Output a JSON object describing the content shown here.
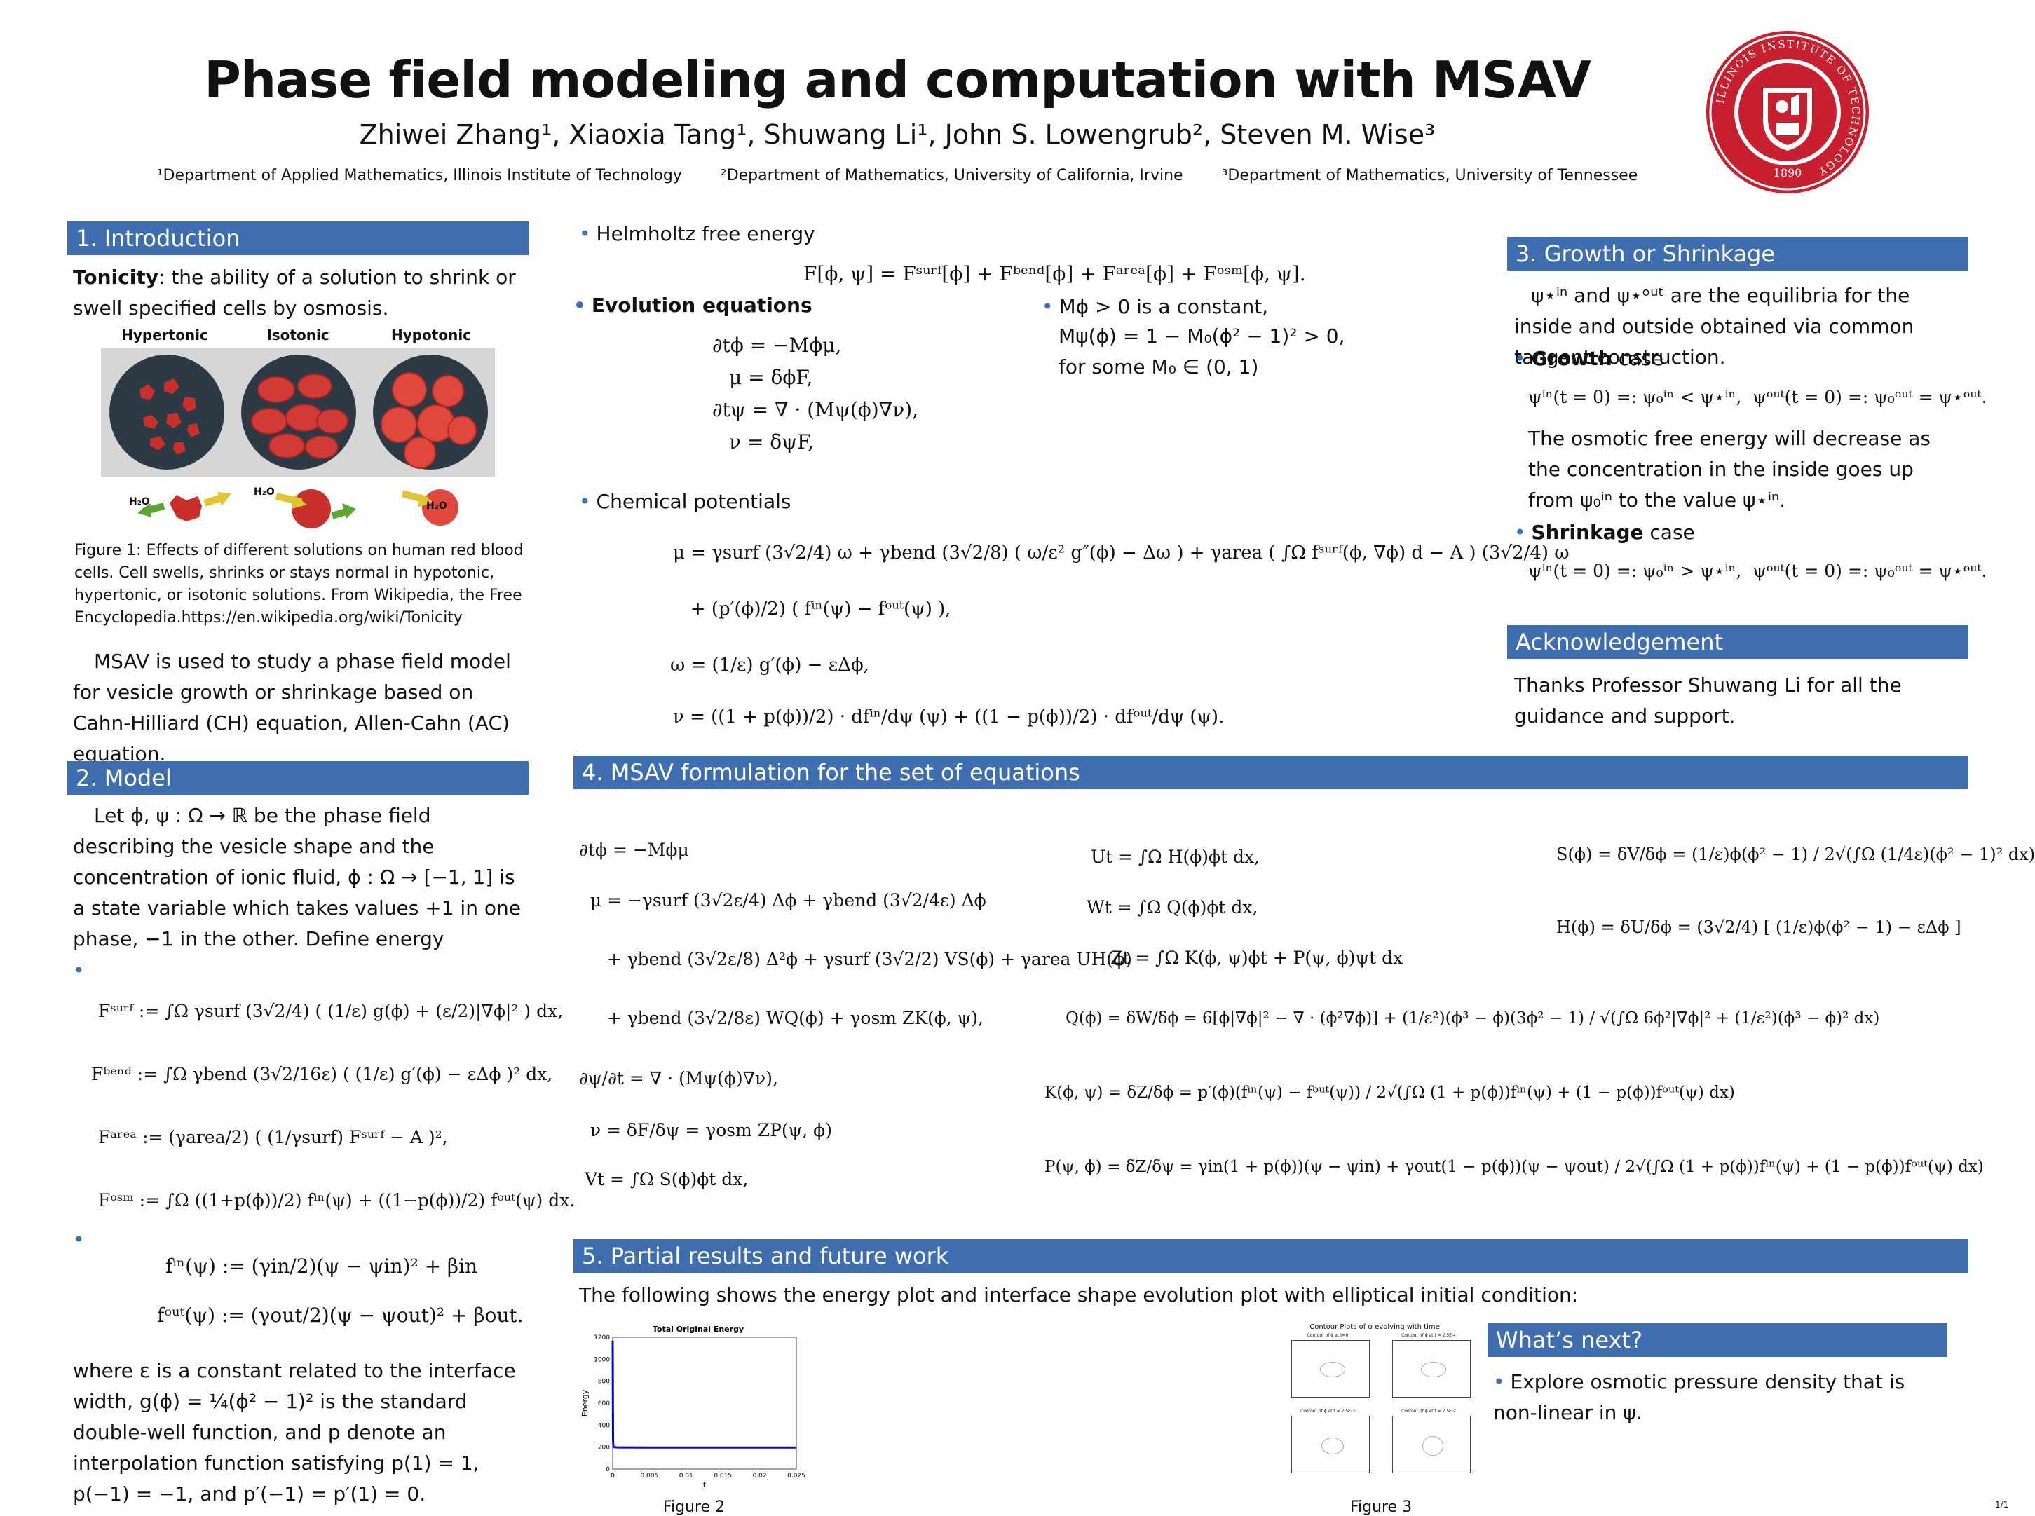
{
  "header": {
    "title": "Phase field modeling and computation with MSAV",
    "authors": "Zhiwei Zhang¹, Xiaoxia Tang¹, Shuwang Li¹, John S. Lowengrub², Steven M. Wise³",
    "affiliations": [
      "¹Department of Applied Mathematics, Illinois Institute of Technology",
      "²Department of Mathematics, University of California, Irvine",
      "³Department of Mathematics, University of Tennessee"
    ],
    "logo": {
      "ring_text": "ILLINOIS INSTITUTE OF TECHNOLOGY",
      "year": "1890",
      "color": "#c8202f"
    }
  },
  "intro": {
    "heading": "1. Introduction",
    "tonicity_term": "Tonicity",
    "tonicity_def": ": the ability of a solution to shrink or swell specified cells by osmosis.",
    "fig_labels": [
      "Hypertonic",
      "Isotonic",
      "Hypotonic"
    ],
    "water_label": "H₂O",
    "fig_caption": "Figure 1: Effects of different solutions on human red blood cells. Cell swells, shrinks or stays normal in hypotonic, hypertonic, or isotonic solutions. From Wikipedia, the Free Encyclopedia.https://en.wikipedia.org/wiki/Tonicity",
    "msav_text": "MSAV is used to study a phase field model for vesicle growth or shrinkage based on Cahn-Hilliard (CH) equation, Allen-Cahn (AC) equation."
  },
  "model": {
    "heading": "2. Model",
    "text": "Let ϕ, ψ : Ω → ℝ be the phase field describing the vesicle shape and the concentration of ionic fluid, ϕ : Ω → [−1, 1] is a state variable which takes values +1 in one phase, −1 in the other. Define energy",
    "eq_fsurf": "Fˢᵘʳᶠ := ∫Ω γsurf (3√2/4) ( (1/ε) g(ϕ) + (ε/2)|∇ϕ|² ) dx,",
    "eq_fbend": "Fᵇᵉⁿᵈ := ∫Ω γbend (3√2/16ε) ( (1/ε) g′(ϕ) − εΔϕ )² dx,",
    "eq_farea": "Fᵃʳᵉᵃ := (γarea/2) ( (1/γsurf) Fˢᵘʳᶠ − A )²,",
    "eq_fosm": "Fᵒˢᵐ := ∫Ω ((1+p(ϕ))/2) fⁱⁿ(ψ) + ((1−p(ϕ))/2) fᵒᵘᵗ(ψ) dx.",
    "eq_fin": "fⁱⁿ(ψ) := (γin/2)(ψ − ψin)² + βin",
    "eq_fout": "fᵒᵘᵗ(ψ) := (γout/2)(ψ − ψout)² + βout.",
    "text2": "where ε is a constant related to the interface width, g(ϕ) = ¼(ϕ² − 1)² is the standard double-well function, and p denote an interpolation function satisfying p(1) = 1, p(−1) = −1, and p′(−1) = p′(1) = 0."
  },
  "center": {
    "helmholtz_label": "Helmholtz free energy",
    "helmholtz_eq": "F[ϕ, ψ] = Fˢᵘʳᶠ[ϕ] + Fᵇᵉⁿᵈ[ϕ] + Fᵃʳᵉᵃ[ϕ] + Fᵒˢᵐ[ϕ, ψ].",
    "evolution_label": "Evolution equations",
    "evolution_eqs": [
      "∂tϕ = −Mϕμ,",
      "μ = δϕF,",
      "∂tψ = ∇ · (Mψ(ϕ)∇ν),",
      "ν = δψF,"
    ],
    "mobility_lines": [
      "Mϕ > 0 is a constant,",
      "Mψ(ϕ) = 1 − M₀(ϕ² − 1)² > 0,",
      "for some  M₀ ∈ (0, 1)"
    ],
    "chem_label": "Chemical potentials",
    "chem_eqs": [
      "μ = γsurf (3√2/4) ω + γbend (3√2/8) ( ω/ε² g″(ϕ) − Δω ) + γarea ( ∫Ω fˢᵘʳᶠ(ϕ, ∇ϕ) d − A ) (3√2/4) ω",
      "   + (p′(ϕ)/2) ( fⁱⁿ(ψ) − fᵒᵘᵗ(ψ) ),",
      "ω = (1/ε) g′(ϕ) − εΔϕ,",
      "ν = ((1 + p(ϕ))/2) · dfⁱⁿ/dψ (ψ) + ((1 − p(ϕ))/2) · dfᵒᵘᵗ/dψ (ψ)."
    ]
  },
  "growth": {
    "heading": "3. Growth or Shrinkage",
    "intro": "ψ⋆ⁱⁿ and ψ⋆ᵒᵘᵗ are the equilibria for the inside and outside obtained via common tangent construction.",
    "growth_term": "Growth",
    "case_word": " case",
    "growth_eq": "ψⁱⁿ(t = 0) =: ψ₀ⁱⁿ < ψ⋆ⁱⁿ,  ψᵒᵘᵗ(t = 0) =: ψ₀ᵒᵘᵗ = ψ⋆ᵒᵘᵗ.",
    "growth_text": "The osmotic free energy will decrease as the concentration in the inside goes up from ψ₀ⁱⁿ to the value ψ⋆ⁱⁿ.",
    "shrink_term": "Shrinkage",
    "shrink_eq": "ψⁱⁿ(t = 0) =: ψ₀ⁱⁿ > ψ⋆ⁱⁿ,  ψᵒᵘᵗ(t = 0) =: ψ₀ᵒᵘᵗ = ψ⋆ᵒᵘᵗ."
  },
  "ack": {
    "heading": "Acknowledgement",
    "text": "Thanks Professor Shuwang Li for all the guidance and support."
  },
  "msav": {
    "heading": "4. MSAV formulation for the set of equations",
    "col1": [
      "∂tϕ = −Mϕμ",
      "  μ = −γsurf (3√2ε/4) Δϕ + γbend (3√2/4ε) Δϕ",
      "     + γbend (3√2ε/8) Δ²ϕ + γsurf (3√2/2) VS(ϕ) + γarea UH(ϕ)",
      "     + γbend (3√2/8ε) WQ(ϕ) + γosm ZK(ϕ, ψ),",
      "∂ψ/∂t = ∇ · (Mψ(ϕ)∇ν),",
      "  ν = δF/δψ = γosm ZP(ψ, ϕ)",
      " Vt = ∫Ω S(ϕ)ϕt dx,"
    ],
    "col2": [
      "Ut = ∫Ω H(ϕ)ϕt dx,",
      "Wt = ∫Ω Q(ϕ)ϕt dx,",
      "Zt = ∫Ω K(ϕ, ψ)ϕt + P(ψ, ϕ)ψt dx"
    ],
    "col3": [
      "S(ϕ) = δV/δϕ = (1/ε)ϕ(ϕ² − 1) / 2√(∫Ω (1/4ε)(ϕ² − 1)² dx)",
      "H(ϕ) = δU/δϕ = (3√2/4) [ (1/ε)ϕ(ϕ² − 1) − εΔϕ ]"
    ],
    "wide": [
      "Q(ϕ) = δW/δϕ = 6[ϕ|∇ϕ|² − ∇ · (ϕ²∇ϕ)] + (1/ε²)(ϕ³ − ϕ)(3ϕ² − 1) / √(∫Ω 6ϕ²|∇ϕ|² + (1/ε²)(ϕ³ − ϕ)² dx)",
      "K(ϕ, ψ) = δZ/δϕ = p′(ϕ)(fⁱⁿ(ψ) − fᵒᵘᵗ(ψ)) / 2√(∫Ω (1 + p(ϕ))fⁱⁿ(ψ) + (1 − p(ϕ))fᵒᵘᵗ(ψ) dx)",
      "P(ψ, ϕ) = δZ/δψ = γin(1 + p(ϕ))(ψ − ψin) + γout(1 − p(ϕ))(ψ − ψout) / 2√(∫Ω (1 + p(ϕ))fⁱⁿ(ψ) + (1 − p(ϕ))fᵒᵘᵗ(ψ) dx)"
    ]
  },
  "results": {
    "heading": "5. Partial results and future work",
    "text": "The following shows the energy plot and interface shape evolution plot with elliptical initial condition:",
    "fig2_caption": "Figure 2",
    "fig3_caption": "Figure 3",
    "fig3_title": "Contour Plots of ϕ evolving with time",
    "fig3_panels": [
      "Contour of ϕ at t=0",
      "Contour of ϕ at t = 2.5E-4",
      "Contour of ϕ at t = 2.5E-3",
      "Contour of ϕ at t = 2.5E-2"
    ]
  },
  "chart_data": {
    "type": "line",
    "title": "Total Original Energy",
    "xlabel": "t",
    "ylabel": "Energy",
    "xlim": [
      0,
      0.025
    ],
    "ylim": [
      0,
      1200
    ],
    "xticks": [
      "0",
      "0.005",
      "0.01",
      "0.015",
      "0.02",
      "0.025"
    ],
    "yticks": [
      "0",
      "200",
      "400",
      "600",
      "800",
      "1000",
      "1200"
    ],
    "series": [
      {
        "x": [
          0,
          5e-05,
          0.0001,
          0.0002,
          0.0005,
          0.001,
          0.005,
          0.01,
          0.015,
          0.02,
          0.025
        ],
        "y": [
          1170,
          260,
          205,
          200,
          198,
          197,
          196,
          196,
          196,
          196,
          196
        ],
        "color": "#0000ee"
      }
    ]
  },
  "next": {
    "heading": "What’s next?",
    "text": "Explore osmotic pressure density that is non-linear in ψ."
  },
  "page_num": "1/1",
  "colors": {
    "header_bg": "#3e6eb0",
    "bullet": "#3e6eb0",
    "plot_line": "#0000ee"
  }
}
